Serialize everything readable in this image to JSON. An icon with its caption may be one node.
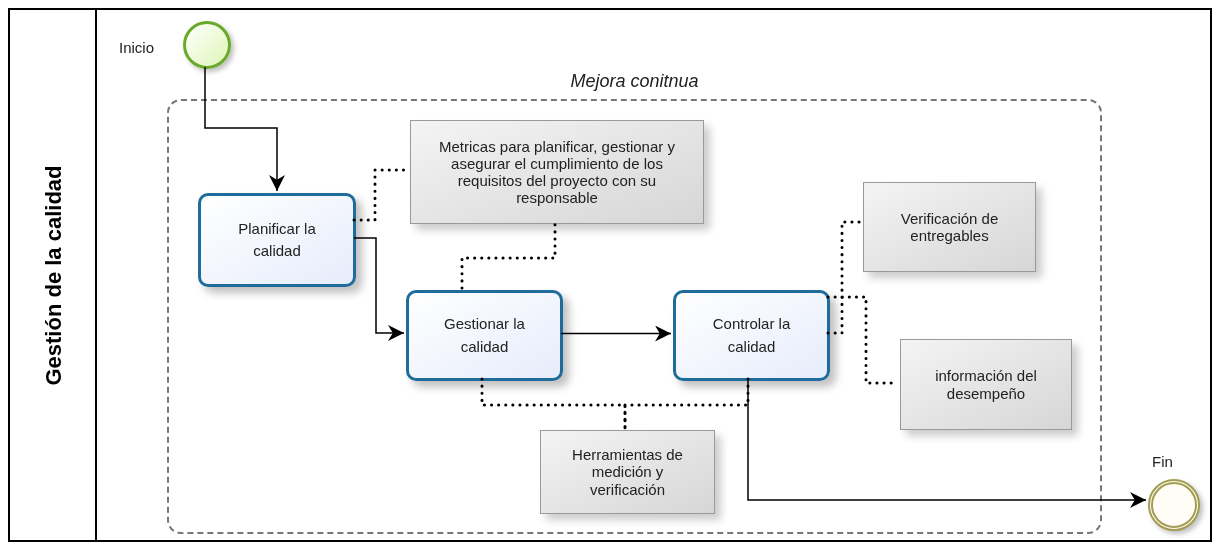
{
  "diagram": {
    "nodes": [
      {
        "text": [
          "Gestión de la calidad"
        ]
      },
      {
        "text": [],
        "shape": "circle",
        "beside": [
          "Inicio"
        ],
        "in": 0
      },
      {
        "text": [
          "Mejora conitnua"
        ],
        "in": 0
      },
      {
        "text": [
          "Planificar la calidad"
        ],
        "in": 2
      },
      {
        "text": [
          "Metricas para planificar, gestionar y asegurar el cumplimiento de los requisitos del proyecto con su responsable"
        ],
        "in": 2
      },
      {
        "text": [
          "Gestionar la calidad"
        ],
        "in": 2
      },
      {
        "text": [
          "Controlar la calidad"
        ],
        "in": 2
      },
      {
        "text": [
          "Verificación de entregables"
        ],
        "in": 2
      },
      {
        "text": [
          "información del desempeño"
        ],
        "in": 2
      },
      {
        "text": [
          "Herramientas de medición y verificación"
        ],
        "in": 2
      },
      {
        "text": [],
        "shape": "circle",
        "beside": [
          "Fin"
        ],
        "in": 0
      }
    ],
    "edges": [
      {
        "from": 1,
        "to": 3,
        "arrow": "to"
      },
      {
        "from": 3,
        "to": 5,
        "arrow": "to"
      },
      {
        "from": 5,
        "to": 6,
        "arrow": "to"
      },
      {
        "from": 6,
        "to": 10,
        "arrow": "to"
      },
      {
        "from": 3,
        "to": 4,
        "arrow": "none",
        "style": "dashed"
      },
      {
        "from": 5,
        "to": 4,
        "arrow": "none",
        "style": "dashed"
      },
      {
        "from": 6,
        "to": 7,
        "arrow": "none",
        "style": "dashed"
      },
      {
        "from": 6,
        "to": 8,
        "arrow": "none",
        "style": "dashed"
      },
      {
        "from": 5,
        "to": 9,
        "arrow": "none",
        "style": "dashed"
      },
      {
        "from": 6,
        "to": 9,
        "arrow": "none",
        "style": "dashed"
      }
    ]
  }
}
